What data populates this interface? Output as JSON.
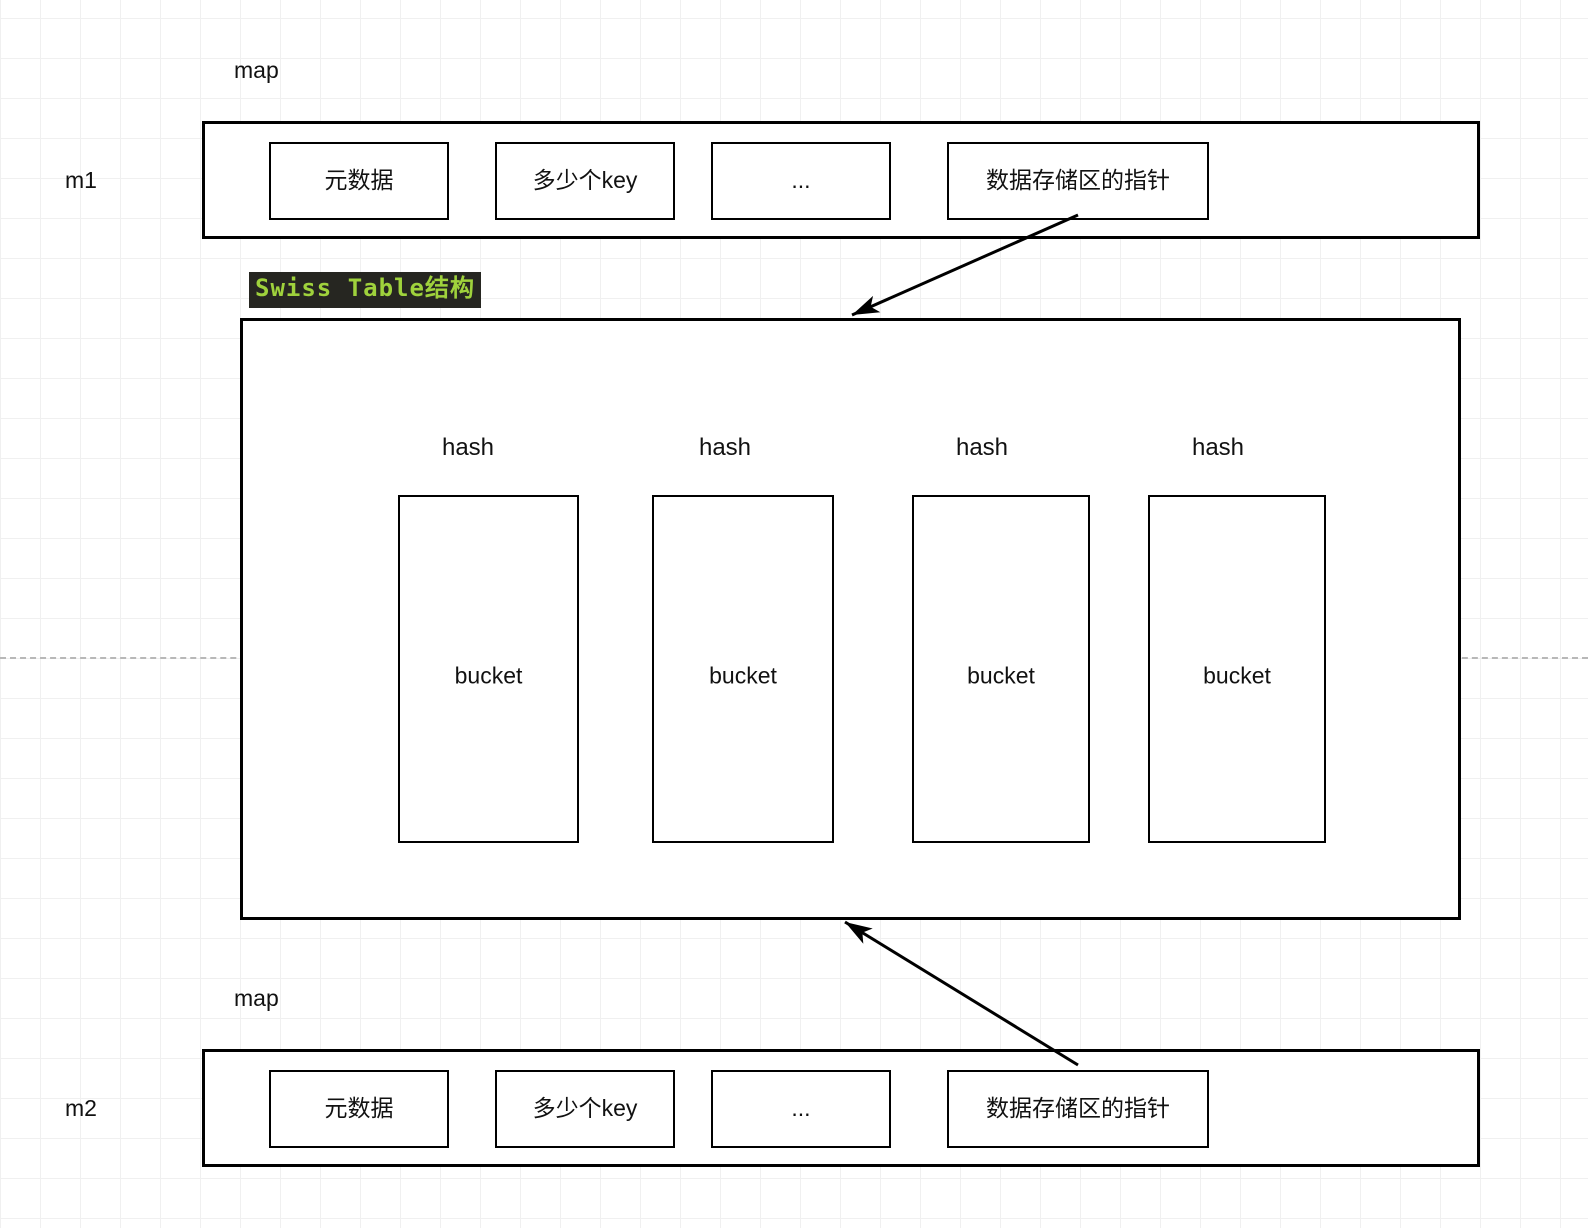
{
  "diagram": {
    "title_tag": "Swiss Table结构",
    "labels": {
      "map_top": "map",
      "map_bottom": "map",
      "m1": "m1",
      "m2": "m2"
    },
    "map_fields": [
      "元数据",
      "多少个key",
      "...",
      "数据存储区的指针"
    ],
    "m1_fields": [
      "元数据",
      "多少个key",
      "...",
      "数据存储区的指针"
    ],
    "m2_fields": [
      "元数据",
      "多少个key",
      "...",
      "数据存储区的指针"
    ],
    "swiss_table": {
      "hash_labels": [
        "hash",
        "hash",
        "hash",
        "hash"
      ],
      "bucket_labels": [
        "bucket",
        "bucket",
        "bucket",
        "bucket"
      ]
    },
    "colors": {
      "tag_background": "#262621",
      "tag_text": "#9fd23c",
      "stroke": "#000000",
      "grid_minor": "#f0f0f0",
      "grid_major": "#d4d4d4",
      "guide_dash": "#b8b8b8"
    }
  }
}
